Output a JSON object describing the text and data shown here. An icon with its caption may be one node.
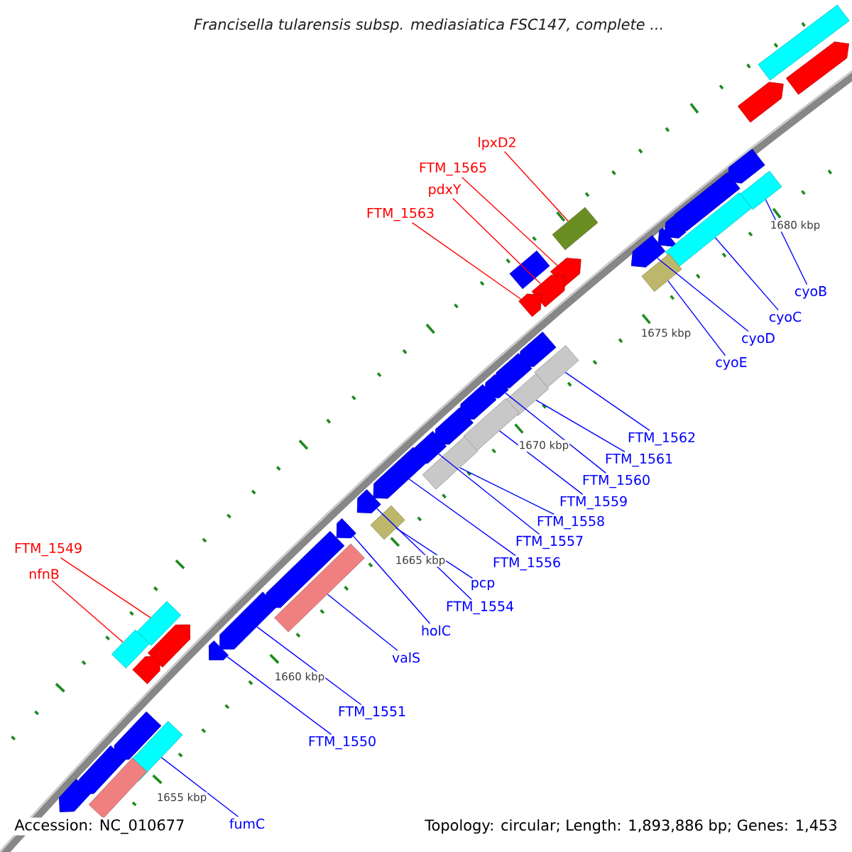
{
  "diagram": {
    "title": "Francisella tularensis subsp. mediasiatica FSC147, complete ...",
    "nodes": [
      {
        "text": [
          "lpxD2"
        ]
      },
      {
        "text": [
          "FTM_1565"
        ]
      },
      {
        "text": [
          "pdxY"
        ]
      },
      {
        "text": [
          "FTM_1563"
        ]
      },
      {
        "text": [
          "cyoB"
        ]
      },
      {
        "text": [
          "cyoC"
        ]
      },
      {
        "text": [
          "cyoD"
        ]
      },
      {
        "text": [
          "cyoE"
        ]
      },
      {
        "text": [
          "FTM_1562"
        ]
      },
      {
        "text": [
          "FTM_1561"
        ]
      },
      {
        "text": [
          "FTM_1560"
        ]
      },
      {
        "text": [
          "FTM_1559"
        ]
      },
      {
        "text": [
          "FTM_1558"
        ]
      },
      {
        "text": [
          "FTM_1557"
        ]
      },
      {
        "text": [
          "FTM_1549"
        ]
      },
      {
        "text": [
          "FTM_1556"
        ]
      },
      {
        "text": [
          "nfnB"
        ]
      },
      {
        "text": [
          "pcp"
        ]
      },
      {
        "text": [
          "FTM_1554"
        ]
      },
      {
        "text": [
          "holC"
        ]
      },
      {
        "text": [
          "valS"
        ]
      },
      {
        "text": [
          "FTM_1551"
        ]
      },
      {
        "text": [
          "FTM_1550"
        ]
      },
      {
        "text": [
          "fumC"
        ]
      },
      {
        "text": [],
        "shape": "box"
      },
      {
        "text": [],
        "shape": "arrow"
      },
      {
        "text": [],
        "shape": "arrow"
      },
      {
        "text": [],
        "shape": "arrow"
      },
      {
        "text": [],
        "shape": "box"
      },
      {
        "text": [],
        "shape": "box"
      },
      {
        "text": [],
        "shape": "arrow"
      },
      {
        "text": [],
        "shape": "box"
      },
      {
        "text": [],
        "shape": "box"
      },
      {
        "text": [],
        "shape": "box"
      },
      {
        "text": [],
        "shape": "arrow"
      },
      {
        "text": [],
        "shape": "box"
      },
      {
        "text": [],
        "shape": "box"
      },
      {
        "text": [],
        "shape": "arrow"
      },
      {
        "text": [],
        "shape": "box"
      },
      {
        "text": [],
        "shape": "arrow"
      },
      {
        "text": [],
        "shape": "box"
      },
      {
        "text": [],
        "shape": "box"
      },
      {
        "text": [],
        "shape": "arrow"
      },
      {
        "text": [],
        "shape": "arrow"
      },
      {
        "text": [],
        "shape": "box"
      },
      {
        "text": [],
        "shape": "arrow"
      },
      {
        "text": [],
        "shape": "arrow"
      },
      {
        "text": [],
        "shape": "box"
      },
      {
        "text": [],
        "shape": "arrow"
      },
      {
        "text": [],
        "shape": "arrow"
      },
      {
        "text": [],
        "shape": "box"
      },
      {
        "text": [],
        "shape": "arrow"
      },
      {
        "text": [],
        "shape": "arrow"
      },
      {
        "text": [],
        "shape": "arrow"
      },
      {
        "text": [],
        "shape": "arrow"
      },
      {
        "text": [],
        "shape": "arrow"
      },
      {
        "text": [],
        "shape": "arrow"
      },
      {
        "text": [],
        "shape": "arrow"
      },
      {
        "text": [],
        "shape": "box"
      },
      {
        "text": [],
        "shape": "arrow"
      },
      {
        "text": [],
        "shape": "arrow"
      },
      {
        "text": [],
        "shape": "arrow"
      },
      {
        "text": [],
        "shape": "arrow"
      },
      {
        "text": [],
        "shape": "arrow"
      },
      {
        "text": [],
        "shape": "arrow"
      },
      {
        "text": [],
        "shape": "box"
      },
      {
        "text": [],
        "shape": "arrow"
      }
    ],
    "edges": [
      {
        "from": 0,
        "to": 24,
        "arrow": "none",
        "color": "#ff0000"
      },
      {
        "from": 1,
        "to": 25,
        "arrow": "none",
        "color": "#ff0000"
      },
      {
        "from": 2,
        "to": 26,
        "arrow": "none",
        "color": "#ff0000"
      },
      {
        "from": 3,
        "to": 27,
        "arrow": "none",
        "color": "#ff0000"
      },
      {
        "from": 4,
        "to": 28,
        "arrow": "none"
      },
      {
        "from": 5,
        "to": 29,
        "arrow": "none"
      },
      {
        "from": 6,
        "to": 30,
        "arrow": "none"
      },
      {
        "from": 7,
        "to": 31,
        "arrow": "none"
      },
      {
        "from": 8,
        "to": 32,
        "arrow": "none"
      },
      {
        "from": 9,
        "to": 33,
        "arrow": "none"
      },
      {
        "from": 10,
        "to": 34,
        "arrow": "none"
      },
      {
        "from": 11,
        "to": 35,
        "arrow": "none"
      },
      {
        "from": 12,
        "to": 36,
        "arrow": "none"
      },
      {
        "from": 13,
        "to": 37,
        "arrow": "none"
      },
      {
        "from": 14,
        "to": 38,
        "arrow": "none",
        "color": "#ff0000"
      },
      {
        "from": 15,
        "to": 39,
        "arrow": "none"
      },
      {
        "from": 16,
        "to": 40,
        "arrow": "none",
        "color": "#ff0000"
      },
      {
        "from": 17,
        "to": 41,
        "arrow": "none"
      },
      {
        "from": 18,
        "to": 42,
        "arrow": "none"
      },
      {
        "from": 19,
        "to": 43,
        "arrow": "none"
      },
      {
        "from": 20,
        "to": 44,
        "arrow": "none"
      },
      {
        "from": 21,
        "to": 45,
        "arrow": "none"
      },
      {
        "from": 22,
        "to": 46,
        "arrow": "none"
      },
      {
        "from": 23,
        "to": 47,
        "arrow": "none"
      }
    ],
    "labels": [
      "1680 kbp",
      "1675 kbp",
      "1670 kbp",
      "1665 kbp",
      "1660 kbp",
      "1655 kbp",
      "Accession: NC_010677",
      "Topology: circular; Length: 1,893,886 bp; Genes: 1,453"
    ]
  }
}
